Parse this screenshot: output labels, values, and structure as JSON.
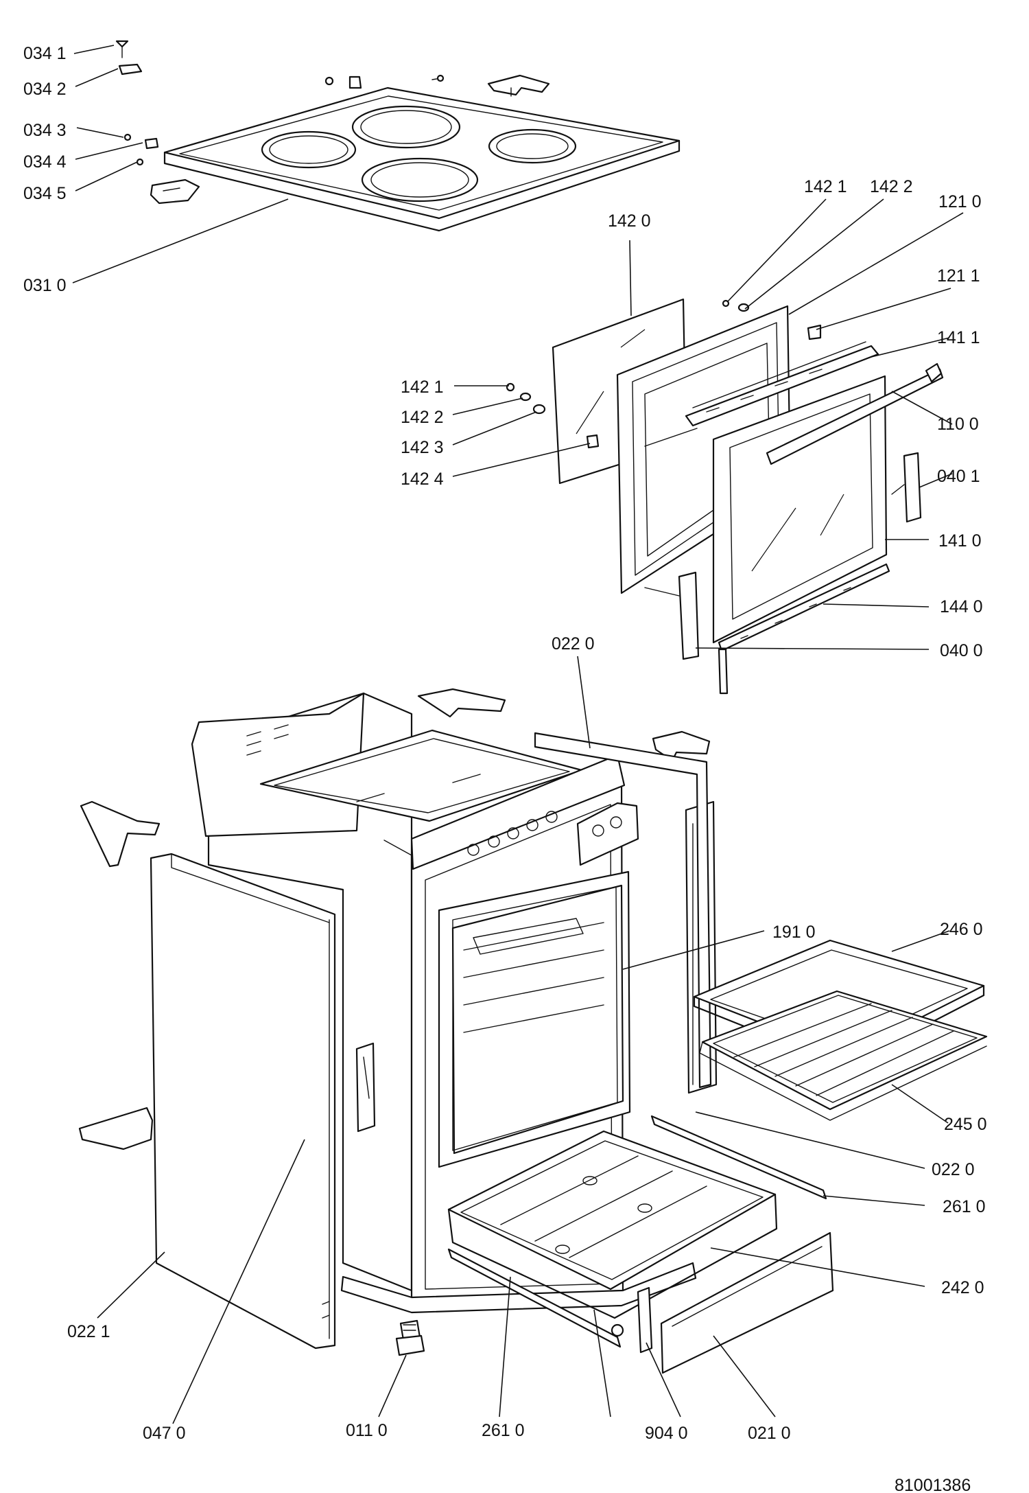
{
  "labels": {
    "p0341": "034 1",
    "p0342": "034 2",
    "p0343": "034 3",
    "p0344": "034 4",
    "p0345": "034 5",
    "p0310": "031 0",
    "p1421a": "142 1",
    "p1422a": "142 2",
    "p1210": "121 0",
    "p1420": "142 0",
    "p1211": "121 1",
    "p1411": "141 1",
    "p1421b": "142 1",
    "p1422b": "142 2",
    "p1423": "142 3",
    "p1424": "142 4",
    "p1100": "110 0",
    "p0401": "040 1",
    "p1410": "141 0",
    "p1440": "144 0",
    "p0400": "040 0",
    "p0220a": "022 0",
    "p1910": "191 0",
    "p2460": "246 0",
    "p2450": "245 0",
    "p0220b": "022 0",
    "p2610a": "261 0",
    "p2420": "242 0",
    "p0221": "022 1",
    "p0470": "047 0",
    "p0110": "011 0",
    "p2610b": "261 0",
    "p9040": "904 0",
    "p0210": "021 0"
  },
  "document_number": "81001386"
}
